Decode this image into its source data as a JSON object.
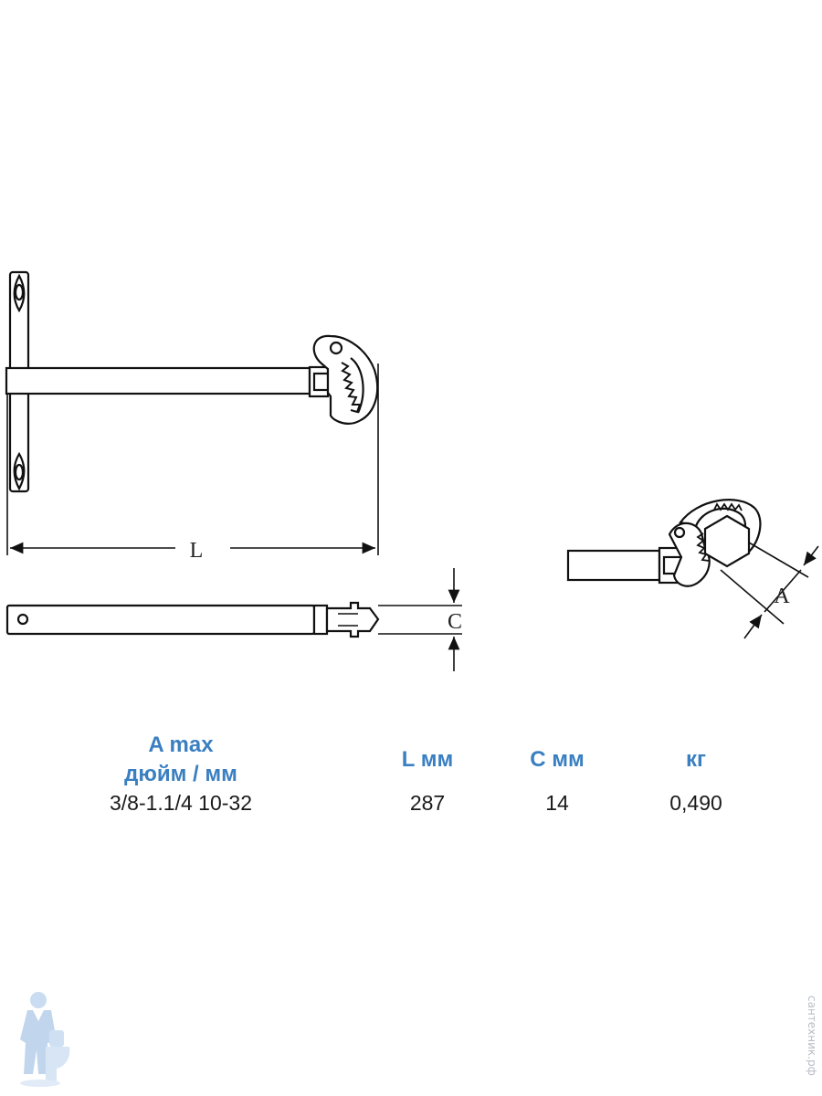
{
  "dimensions": {
    "length_letter": "L",
    "height_letter": "C",
    "jaw_letter": "A"
  },
  "specs": {
    "headers": {
      "a_max_line1": "A max",
      "a_max_line2": "дюйм / мм",
      "length": "L мм",
      "height": "C мм",
      "weight": "кг"
    },
    "values": {
      "a_max": "3/8-1.1/4 10-32",
      "length": "287",
      "height": "14",
      "weight": "0,490"
    }
  },
  "brand": {
    "watermark": "сантехник.рф",
    "accent_color": "#3a7fc1"
  }
}
